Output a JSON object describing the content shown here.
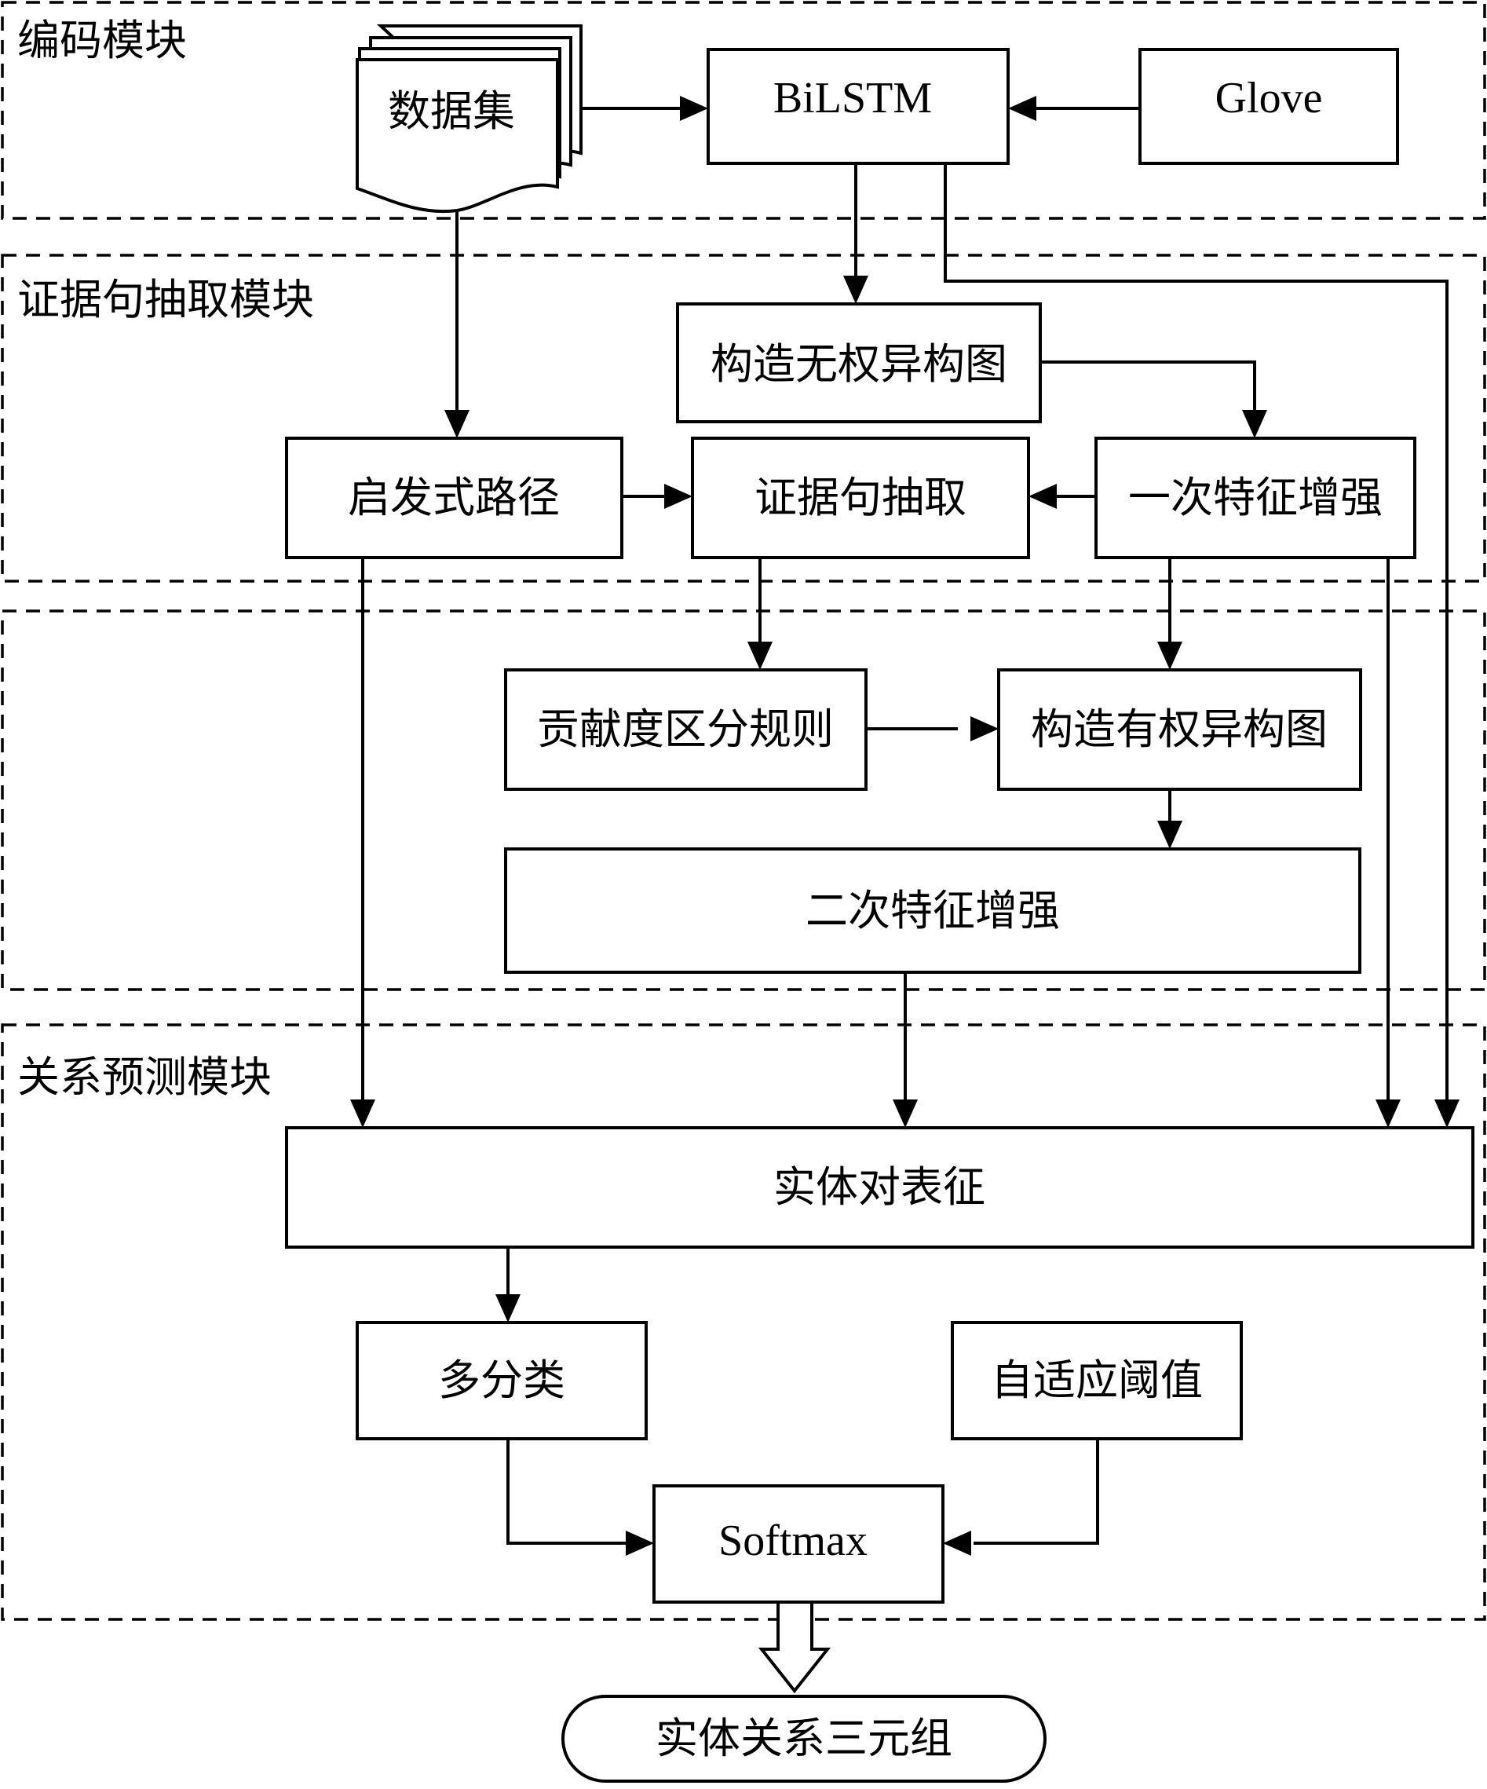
{
  "modules": {
    "encoding": "编码模块",
    "evidence": "证据句抽取模块",
    "middle": "",
    "relation": "关系预测模块"
  },
  "nodes": {
    "dataset": "数据集",
    "bilstm": "BiLSTM",
    "glove": "Glove",
    "unweighted_graph": "构造无权异构图",
    "heuristic_path": "启发式路径",
    "evidence_extraction": "证据句抽取",
    "first_enhance": "一次特征增强",
    "contribution_rule": "贡献度区分规则",
    "weighted_graph": "构造有权异构图",
    "second_enhance": "二次特征增强",
    "entity_pair_repr": "实体对表征",
    "multi_class": "多分类",
    "adaptive_threshold": "自适应阈值",
    "softmax": "Softmax",
    "triples": "实体关系三元组"
  }
}
